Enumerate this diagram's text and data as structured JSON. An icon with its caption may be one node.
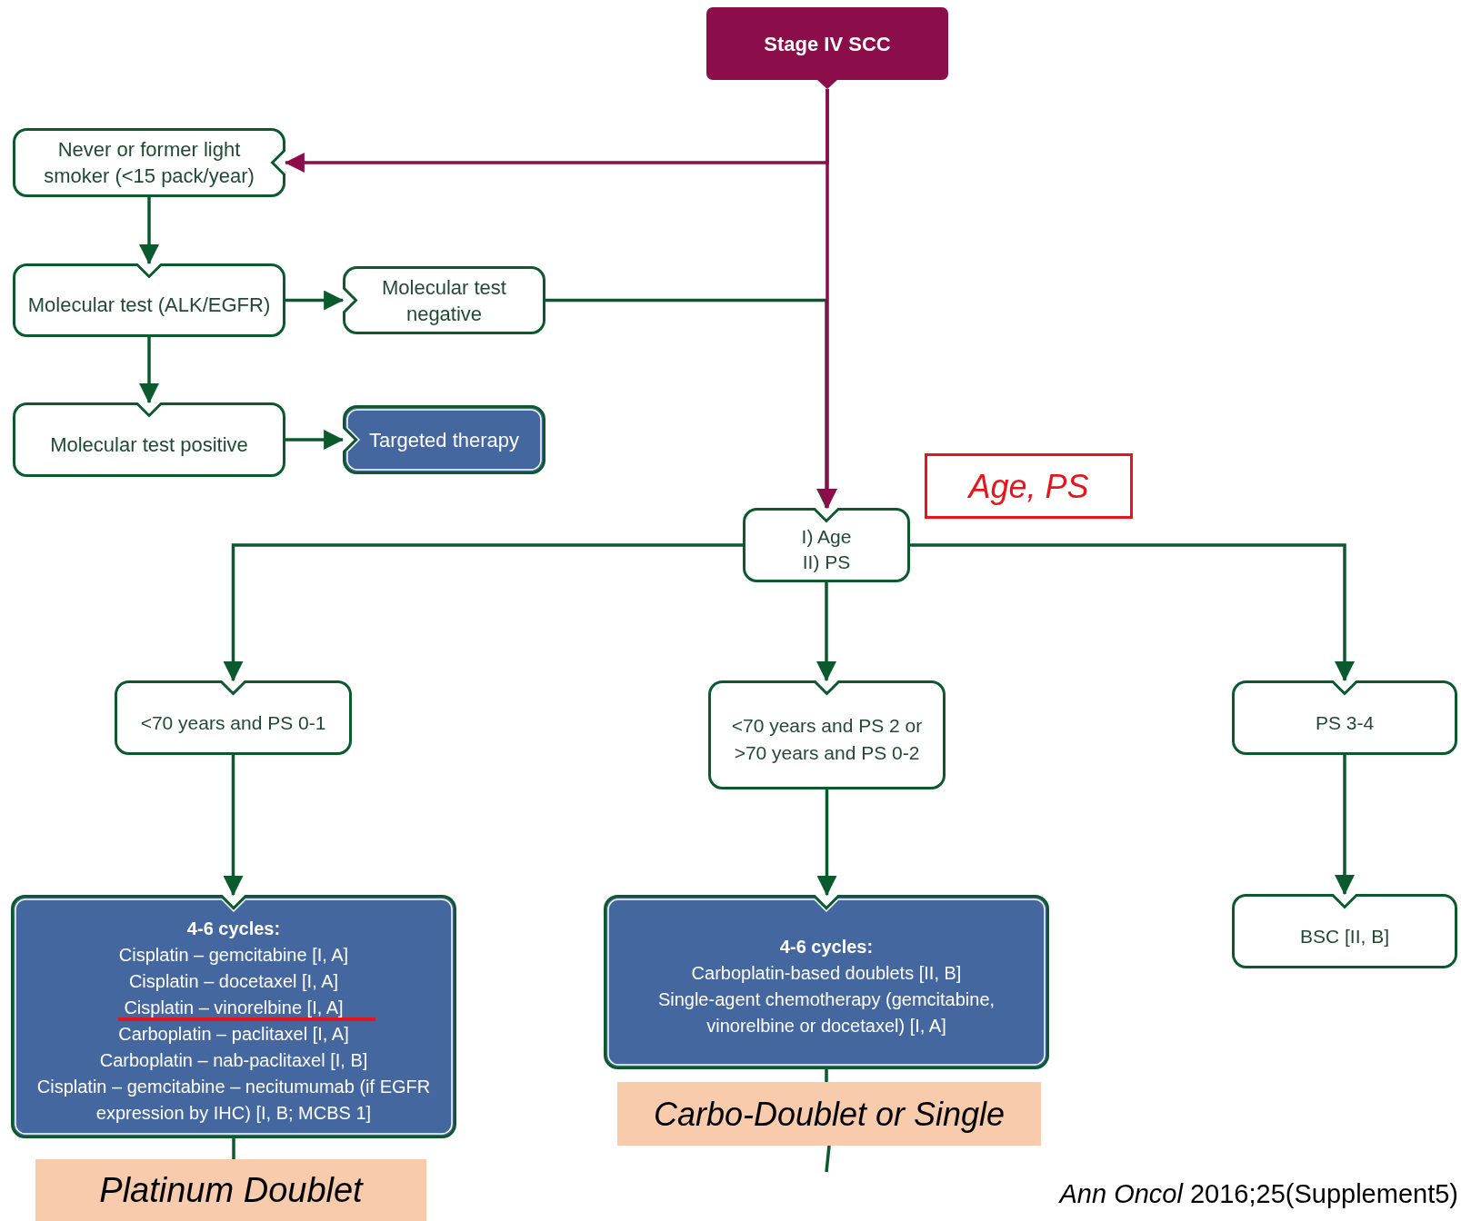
{
  "diagram": {
    "nodes": [
      {
        "text": [
          "Stage IV SCC"
        ]
      },
      {
        "text": [
          "Never or former light smoker (<15 pack/year)"
        ]
      },
      {
        "text": [
          "Molecular test (ALK/EGFR)"
        ]
      },
      {
        "text": [
          "Molecular test negative"
        ]
      },
      {
        "text": [
          "Molecular test positive"
        ]
      },
      {
        "text": [
          "Targeted therapy"
        ]
      },
      {
        "text": [
          "I) Age",
          "II) PS"
        ]
      },
      {
        "text": [
          "Age, PS"
        ]
      },
      {
        "text": [
          "<70 years and PS 0-1"
        ]
      },
      {
        "text": [
          "<70 years and PS 2 or >70 years and PS 0-2"
        ]
      },
      {
        "text": [
          "PS 3-4"
        ]
      },
      {
        "text": [
          "4-6 cycles:",
          "Cisplatin – gemcitabine [I, A]",
          "Cisplatin – docetaxel [I, A]",
          "Cisplatin – vinorelbine [I, A]",
          "Carboplatin – paclitaxel [I, A]",
          "Carboplatin – nab-paclitaxel [I, B]",
          "Cisplatin – gemcitabine – necitumumab (if EGFR expression by IHC) [I, B; MCBS 1]"
        ]
      },
      {
        "text": [
          "4-6 cycles:",
          "Carboplatin-based doublets [II, B]",
          "Single-agent chemotherapy (gemcitabine, vinorelbine or docetaxel) [I, A]"
        ]
      },
      {
        "text": [
          "BSC [II, B]"
        ]
      },
      {
        "text": [
          "Platinum Doublet"
        ]
      },
      {
        "text": [
          "Carbo-Doublet or Single"
        ]
      }
    ],
    "edges": [
      {
        "from": 0,
        "to": 1,
        "arrow": "to",
        "color": "#8b0d4a"
      },
      {
        "from": 0,
        "to": 6,
        "arrow": "to",
        "color": "#8b0d4a"
      },
      {
        "from": 1,
        "to": 2,
        "arrow": "to"
      },
      {
        "from": 2,
        "to": 3,
        "arrow": "to"
      },
      {
        "from": 2,
        "to": 4,
        "arrow": "to"
      },
      {
        "from": 4,
        "to": 5,
        "arrow": "to"
      },
      {
        "from": 3,
        "to": 6,
        "arrow": "to"
      },
      {
        "from": 6,
        "to": 8,
        "arrow": "to"
      },
      {
        "from": 6,
        "to": 9,
        "arrow": "to"
      },
      {
        "from": 6,
        "to": 10,
        "arrow": "to"
      },
      {
        "from": 8,
        "to": 11,
        "arrow": "to"
      },
      {
        "from": 9,
        "to": 12,
        "arrow": "to"
      },
      {
        "from": 10,
        "to": 13,
        "arrow": "to"
      },
      {
        "from": 11,
        "to": 14,
        "arrow": "none"
      },
      {
        "from": 12,
        "to": 15,
        "arrow": "none"
      },
      {
        "from": 15,
        "to": null,
        "arrow": "none"
      }
    ],
    "labels": [
      "*Ann Oncol* 2016;25(Supplement5)"
    ]
  }
}
